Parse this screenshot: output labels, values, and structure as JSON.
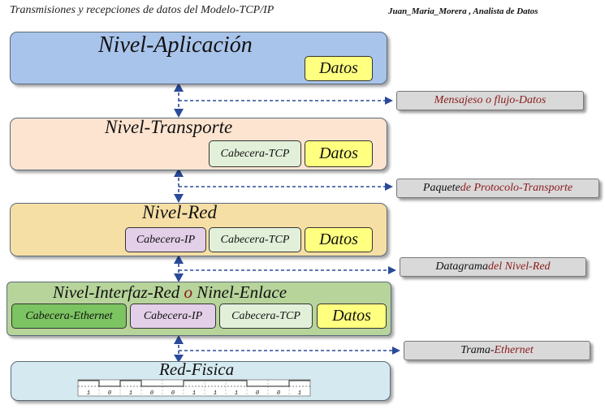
{
  "header": {
    "title": "Transmisiones y recepciones de datos del Modelo-TCP/IP",
    "author": "Juan_Maria_Morera , Analista de Datos"
  },
  "layers": {
    "aplicacion": {
      "name": "Nivel-Aplicación",
      "datos": "Datos"
    },
    "transporte": {
      "name": "Nivel-Transporte",
      "tcp": "Cabecera-TCP",
      "datos": "Datos"
    },
    "red": {
      "name": "Nivel-Red",
      "ip": "Cabecera-IP",
      "tcp": "Cabecera-TCP",
      "datos": "Datos"
    },
    "enlace": {
      "name_part1": "Nivel-Interfaz-Red ",
      "name_o": "o",
      "name_part2": " Ninel-Enlace",
      "ethernet": "Cabecera-Ethernet",
      "ip": "Cabecera-IP",
      "tcp": "Cabecera-TCP",
      "datos": "Datos"
    },
    "fisica": {
      "name": "Red-Fisica",
      "bits": [
        "1",
        "0",
        "1",
        "0",
        "0",
        "1",
        "1",
        "1",
        "0",
        "0",
        "1"
      ]
    }
  },
  "labels": {
    "mensaje": "Mensajeso o flujo-Datos",
    "paquete_a": "Paquete ",
    "paquete_b": "de Protocolo-Transporte",
    "datagrama_a": "Datagrama ",
    "datagrama_b": "del Nivel-Red",
    "trama_a": "Trama-",
    "trama_b": "Ethernet"
  },
  "colors": {
    "aplicacion": "#a9c4eb",
    "transporte": "#fde4d0",
    "red": "#f6dfa5",
    "enlace": "#b7d49a",
    "fisica": "#d5e9f0",
    "arrow": "#2a4a9a"
  }
}
